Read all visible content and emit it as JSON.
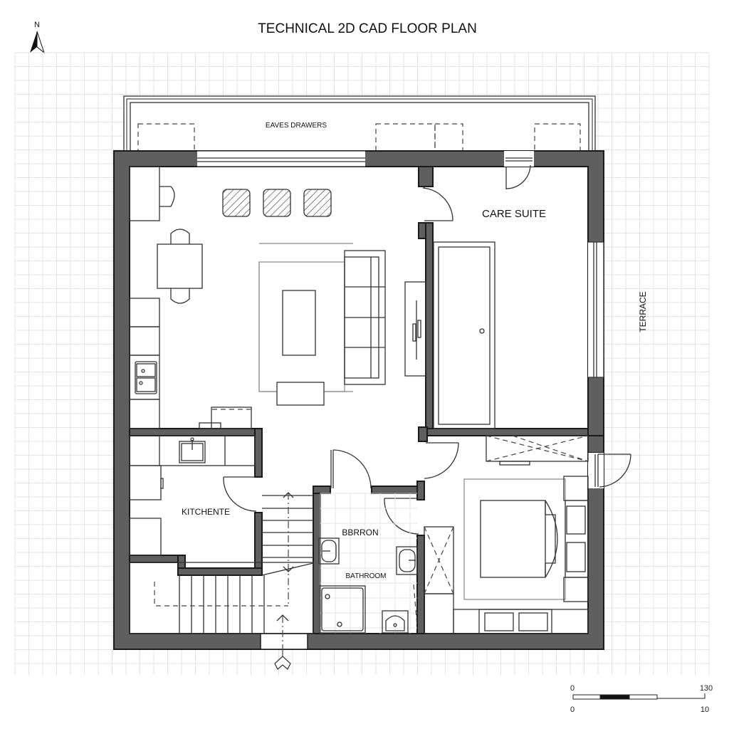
{
  "title": "TECHNICAL 2D CAD FLOOR PLAN",
  "north_arrow": {
    "label": "N",
    "icon": "north-arrow-icon"
  },
  "rooms": {
    "eaves": "EAVES DRAWERS",
    "care_suite": "CARE SUITE",
    "terrace": "TERRACE",
    "kitchenette": "KITCHENTE",
    "bedroom": "BBRRON",
    "bathroom": "BATHROOM"
  },
  "scale_bar": {
    "top_left": "0",
    "top_right": "130",
    "bottom_left": "0",
    "bottom_right": "10"
  },
  "colors": {
    "wall": "#5f5f5f",
    "outline": "#1a1a1a",
    "grid": "#e3e3e3",
    "background": "#ffffff"
  }
}
